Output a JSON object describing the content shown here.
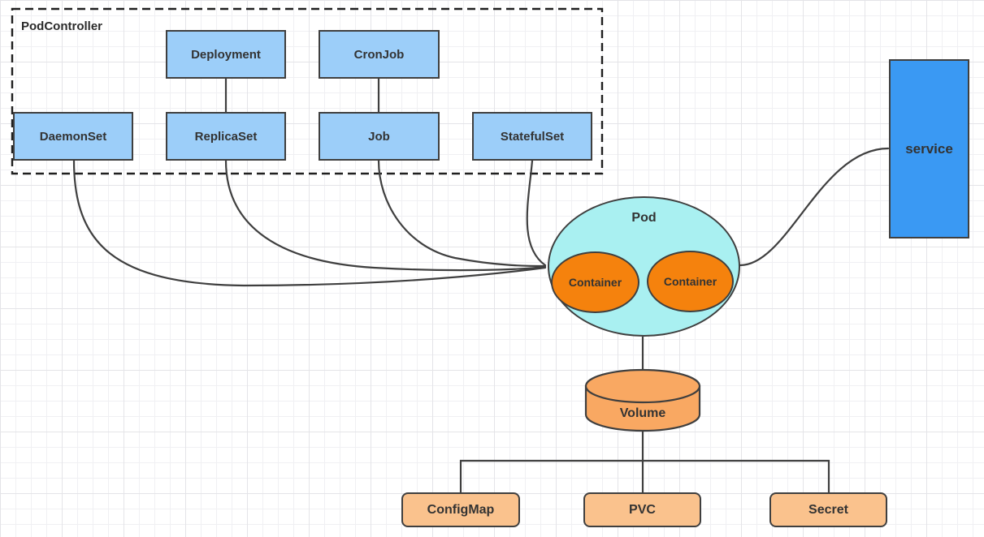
{
  "diagram": {
    "group": {
      "label": "PodController"
    },
    "nodes": {
      "deployment": {
        "label": "Deployment"
      },
      "cronjob": {
        "label": "CronJob"
      },
      "daemonset": {
        "label": "DaemonSet"
      },
      "replicaset": {
        "label": "ReplicaSet"
      },
      "job": {
        "label": "Job"
      },
      "statefulset": {
        "label": "StatefulSet"
      },
      "service": {
        "label": "service"
      },
      "pod": {
        "label": "Pod"
      },
      "container1": {
        "label": "Container"
      },
      "container2": {
        "label": "Container"
      },
      "volume": {
        "label": "Volume"
      },
      "configmap": {
        "label": "ConfigMap"
      },
      "pvc": {
        "label": "PVC"
      },
      "secret": {
        "label": "Secret"
      }
    },
    "edges": [
      {
        "from": "Deployment",
        "to": "ReplicaSet"
      },
      {
        "from": "CronJob",
        "to": "Job"
      },
      {
        "from": "DaemonSet",
        "to": "Pod"
      },
      {
        "from": "ReplicaSet",
        "to": "Pod"
      },
      {
        "from": "Job",
        "to": "Pod"
      },
      {
        "from": "StatefulSet",
        "to": "Pod"
      },
      {
        "from": "Pod",
        "to": "service"
      },
      {
        "from": "Pod",
        "to": "Volume"
      },
      {
        "from": "Volume",
        "to": "ConfigMap"
      },
      {
        "from": "Volume",
        "to": "PVC"
      },
      {
        "from": "Volume",
        "to": "Secret"
      }
    ],
    "colors": {
      "controller_box_fill": "#9CCEF9",
      "service_fill": "#3A99F3",
      "pod_fill": "#A9F0F1",
      "container_fill": "#F5820D",
      "volume_fill": "#F9A862",
      "resource_fill": "#FAC28D",
      "node_border": "#3F3F3F",
      "edge_color": "#3F3F3F",
      "group_border": "#1F1F1F",
      "text_color": "#333333"
    }
  }
}
